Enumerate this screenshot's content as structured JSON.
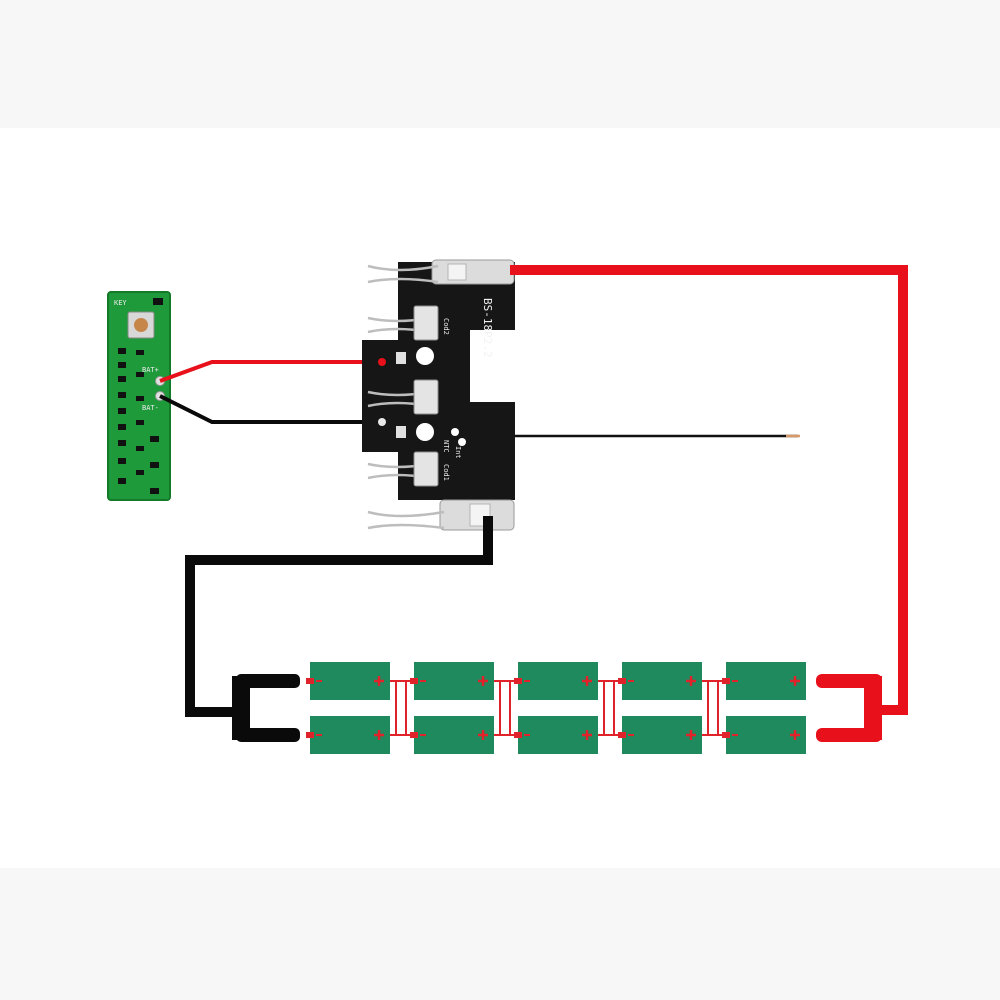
{
  "diagram": {
    "holder_board_text": "BS-18P2.2",
    "holder_pad_labels": [
      "Cod1",
      "Cod2",
      "Int",
      "NTC"
    ],
    "led_board_labels": [
      "KEY",
      "BAT-",
      "BAT+"
    ],
    "cell_rows": 2,
    "cells_per_row": 5,
    "colors": {
      "positive_wire": "#e8101a",
      "negative_wire": "#0a0a0a",
      "cell_fill": "#1f8a5e",
      "cell_terminal": "#e0222a",
      "led_pcb": "#1e9a3a",
      "holder_pcb": "#161616"
    }
  }
}
